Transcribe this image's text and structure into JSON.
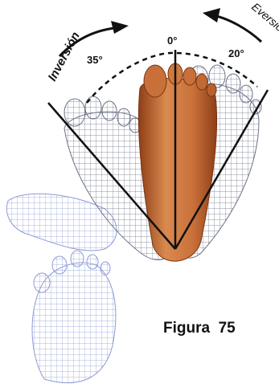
{
  "labels": {
    "inversion": "Inversión",
    "eversion": "Eversión",
    "zero": "0°",
    "inversion_angle": "35°",
    "eversion_angle": "20°"
  },
  "caption": "Figura  75",
  "colors": {
    "skin": "#c9703a",
    "skin_dark": "#8e3f17",
    "wire": "#6d7389",
    "wire_blue": "#8e9bd6",
    "lines": "#111111"
  }
}
